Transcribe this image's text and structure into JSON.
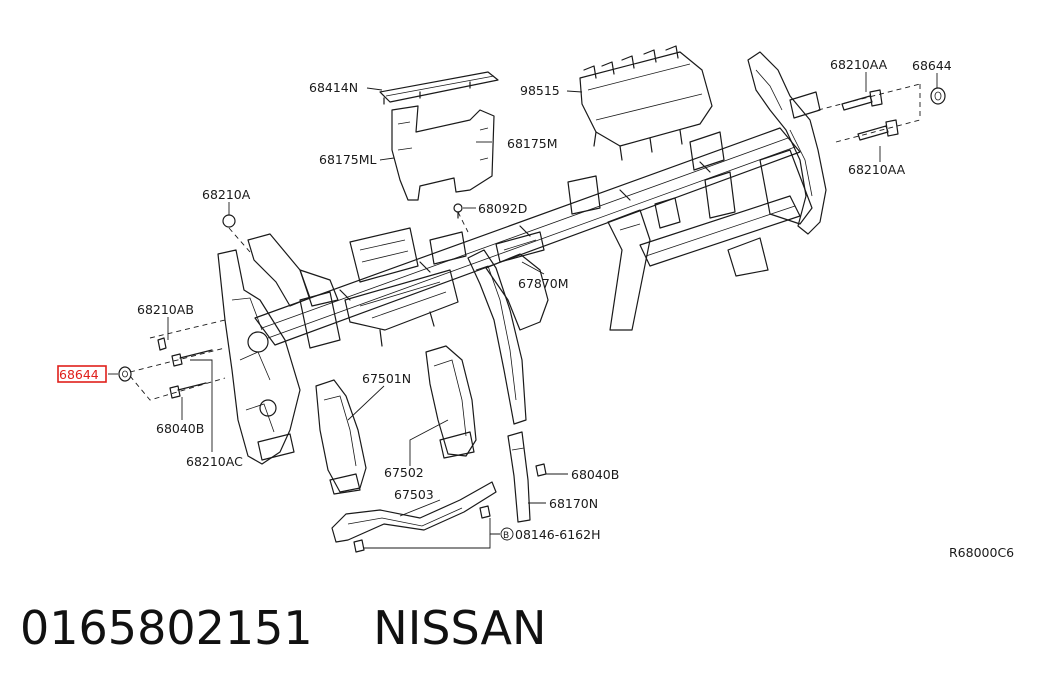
{
  "diagram": {
    "callouts": {
      "l_68414N": "68414N",
      "l_98515": "98515",
      "l_68210AA_top": "68210AA",
      "l_68644_top": "68644",
      "l_68175M": "68175M",
      "l_68175ML": "68175ML",
      "l_68210AA_bottom": "68210AA",
      "l_68210A": "68210A",
      "l_68092D": "68092D",
      "l_67870M": "67870M",
      "l_68210AB": "68210AB",
      "l_68644_highlighted": "68644",
      "l_68040B_left": "68040B",
      "l_68210AC": "68210AC",
      "l_67501N": "67501N",
      "l_67502": "67502",
      "l_68040B_right": "68040B",
      "l_67503": "67503",
      "l_68170N": "68170N",
      "l_08146": "08146-6162H",
      "l_bolt_symbol": "B",
      "l_diagram_code": "R68000C6"
    },
    "highlight_color": "#e0201b"
  },
  "caption": {
    "part_number": "0165802151",
    "brand": "NISSAN"
  }
}
